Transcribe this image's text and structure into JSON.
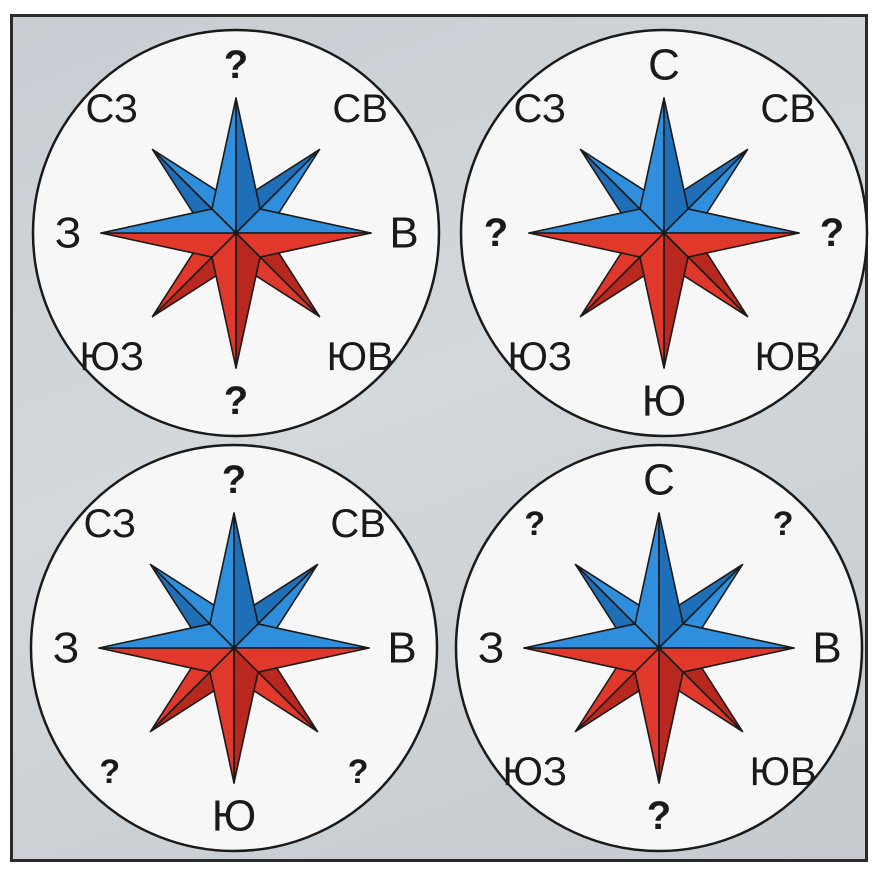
{
  "compasses": [
    {
      "name": "top-left",
      "labels": {
        "N": "?",
        "NE": "СВ",
        "E": "В",
        "SE": "ЮВ",
        "S": "?",
        "SW": "ЮЗ",
        "W": "З",
        "NW": "СЗ"
      }
    },
    {
      "name": "top-right",
      "labels": {
        "N": "С",
        "NE": "СВ",
        "E": "?",
        "SE": "ЮВ",
        "S": "Ю",
        "SW": "ЮЗ",
        "W": "?",
        "NW": "СЗ"
      }
    },
    {
      "name": "bottom-left",
      "labels": {
        "N": "?",
        "NE": "СВ",
        "E": "В",
        "SE": "?",
        "S": "Ю",
        "SW": "?",
        "W": "З",
        "NW": "СЗ"
      }
    },
    {
      "name": "bottom-right",
      "labels": {
        "N": "С",
        "NE": "?",
        "E": "В",
        "SE": "ЮВ",
        "S": "?",
        "SW": "ЮЗ",
        "W": "З",
        "NW": "?"
      }
    }
  ],
  "colors": {
    "north_half": "#2f8fdc",
    "north_half_dark": "#1f6fb8",
    "south_half": "#e0382a",
    "south_half_dark": "#b8281e",
    "dial": "#f7f7f7",
    "outline": "#1a1a1a"
  }
}
